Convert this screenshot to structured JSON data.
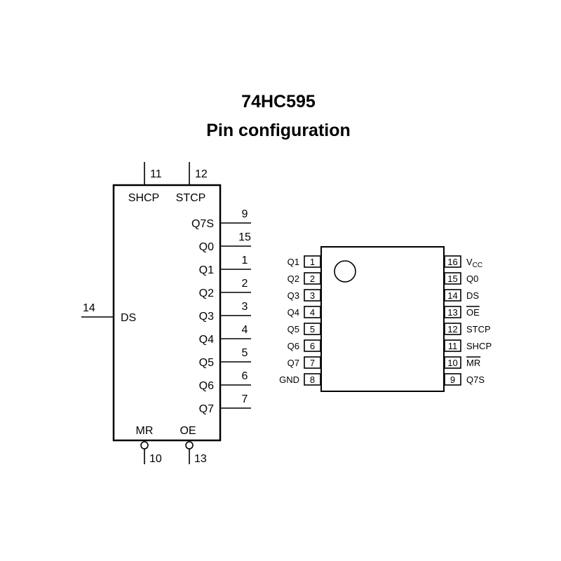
{
  "title": "74HC595",
  "subtitle": "Pin configuration",
  "logic_symbol": {
    "top_pins": [
      {
        "name": "SHCP",
        "number": "11"
      },
      {
        "name": "STCP",
        "number": "12"
      }
    ],
    "left_pins": [
      {
        "name": "DS",
        "number": "14"
      }
    ],
    "right_pins": [
      {
        "name": "Q7S",
        "number": "9"
      },
      {
        "name": "Q0",
        "number": "15"
      },
      {
        "name": "Q1",
        "number": "1"
      },
      {
        "name": "Q2",
        "number": "2"
      },
      {
        "name": "Q3",
        "number": "3"
      },
      {
        "name": "Q4",
        "number": "4"
      },
      {
        "name": "Q5",
        "number": "5"
      },
      {
        "name": "Q6",
        "number": "6"
      },
      {
        "name": "Q7",
        "number": "7"
      }
    ],
    "bottom_pins": [
      {
        "name": "MR",
        "number": "10",
        "inverted": true
      },
      {
        "name": "OE",
        "number": "13",
        "inverted": true
      }
    ]
  },
  "package": {
    "left_pins": [
      {
        "name": "Q1",
        "number": "1"
      },
      {
        "name": "Q2",
        "number": "2"
      },
      {
        "name": "Q3",
        "number": "3"
      },
      {
        "name": "Q4",
        "number": "4"
      },
      {
        "name": "Q5",
        "number": "5"
      },
      {
        "name": "Q6",
        "number": "6"
      },
      {
        "name": "Q7",
        "number": "7"
      },
      {
        "name": "GND",
        "number": "8"
      }
    ],
    "right_pins": [
      {
        "name": "V",
        "subscript": "CC",
        "number": "16",
        "overline": false
      },
      {
        "name": "Q0",
        "number": "15",
        "overline": false
      },
      {
        "name": "DS",
        "number": "14",
        "overline": false
      },
      {
        "name": "OE",
        "number": "13",
        "overline": true
      },
      {
        "name": "STCP",
        "number": "12",
        "overline": false
      },
      {
        "name": "SHCP",
        "number": "11",
        "overline": false
      },
      {
        "name": "MR",
        "number": "10",
        "overline": true
      },
      {
        "name": "Q7S",
        "number": "9",
        "overline": false
      }
    ]
  }
}
